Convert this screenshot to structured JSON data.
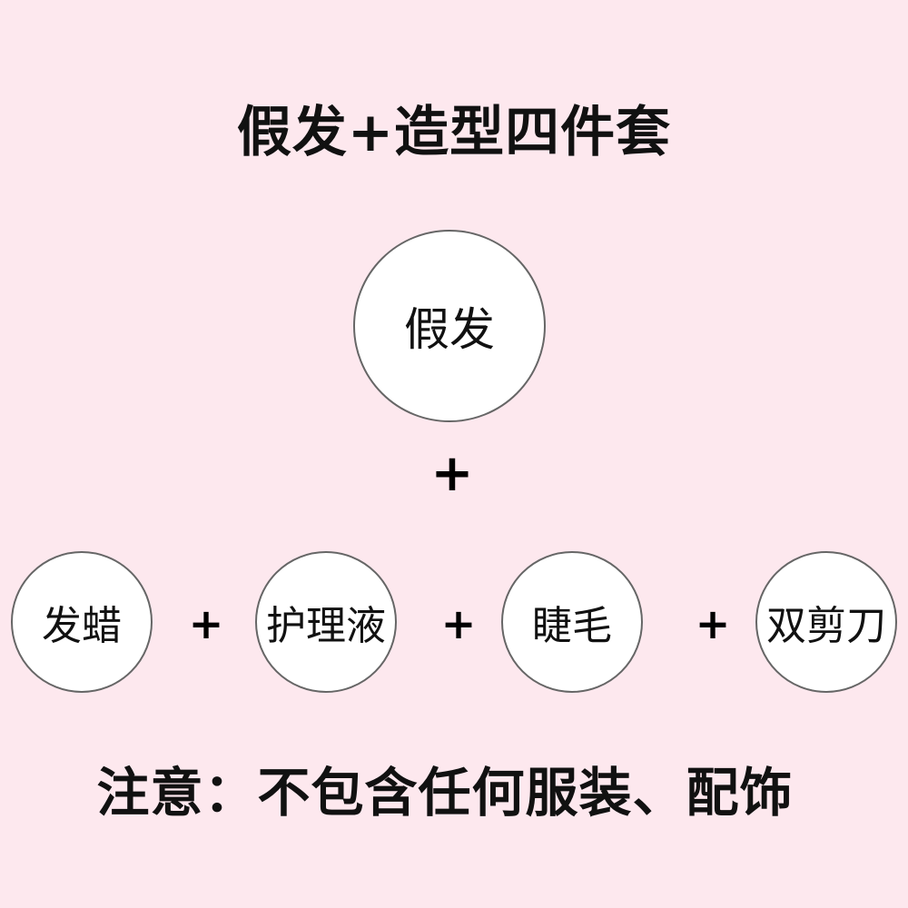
{
  "title": "假发+造型四件套",
  "main_item": "假发",
  "plus_sign": "+",
  "items": [
    "发蜡",
    "护理液",
    "睫毛",
    "双剪刀"
  ],
  "note": "注意：不包含任何服装、配饰",
  "colors": {
    "background": "#fde8ee",
    "circle_fill": "#ffffff",
    "circle_border": "#666666",
    "text": "#111111"
  }
}
